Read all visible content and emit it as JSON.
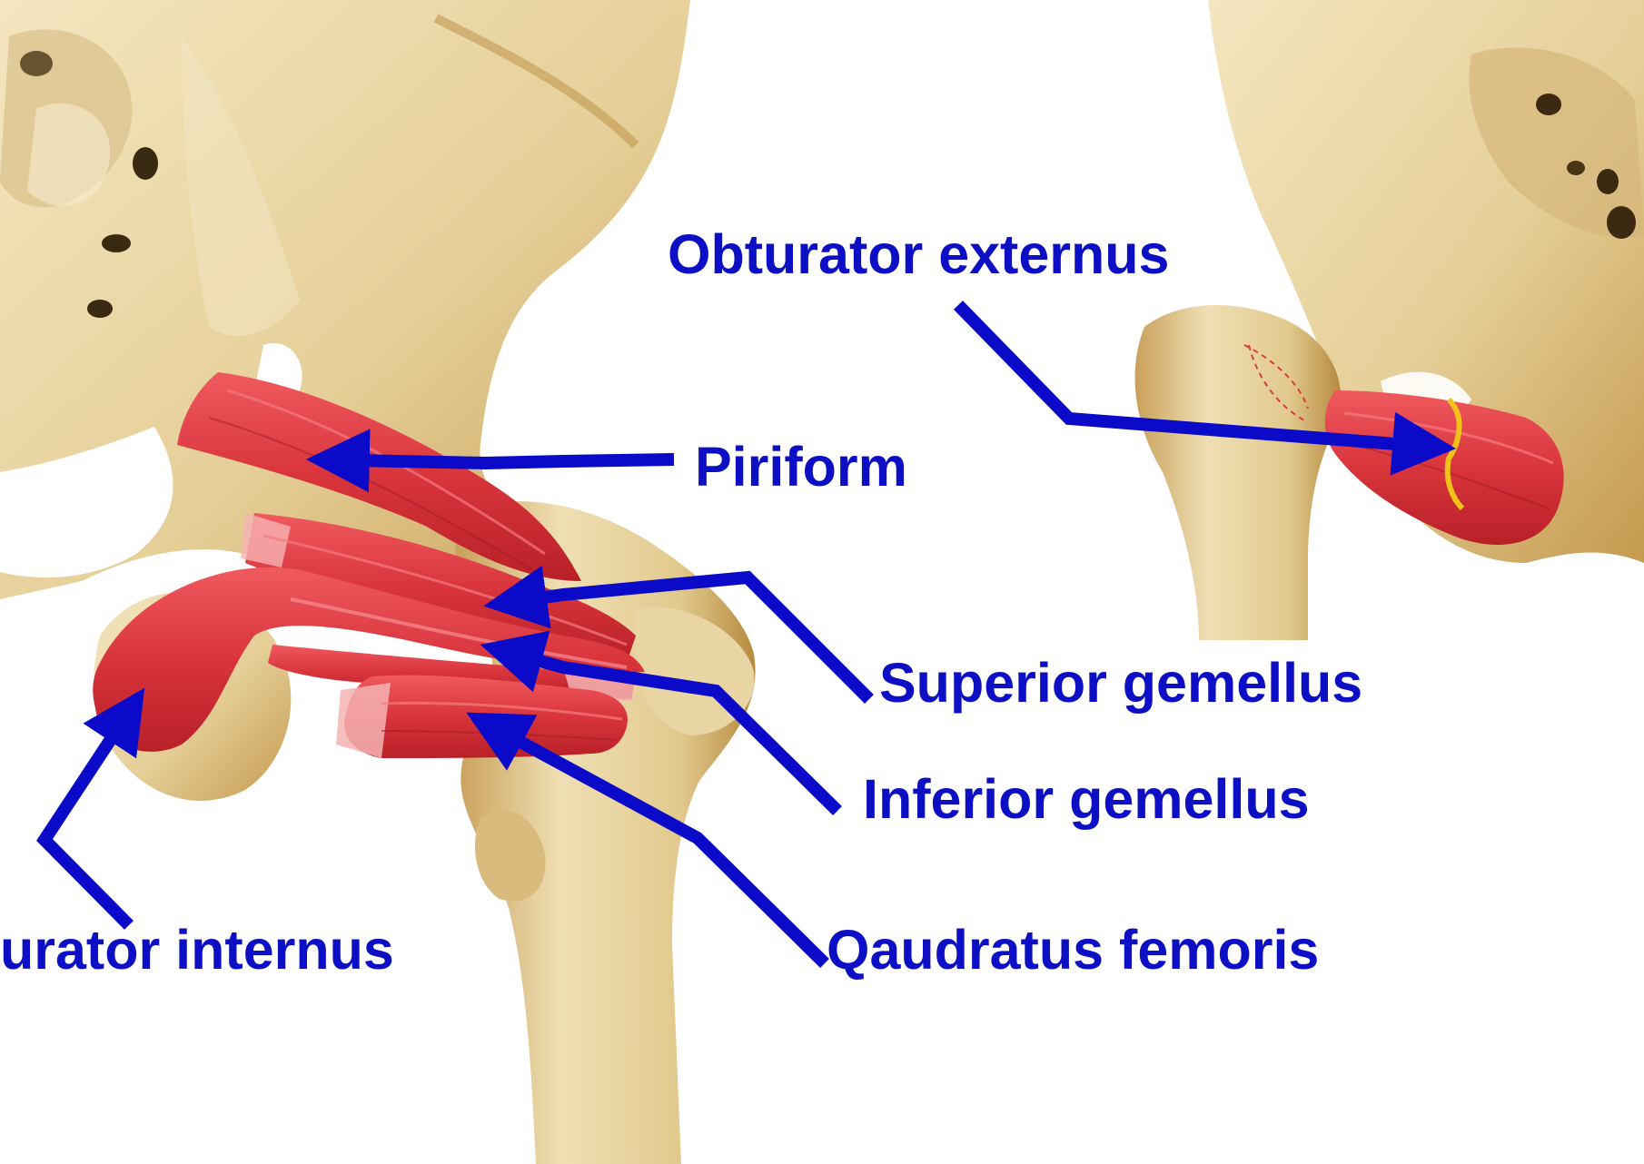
{
  "labels": {
    "piriform": "Piriform",
    "obturator_externus": "Obturator externus",
    "superior_gemellus": "Superior gemellus",
    "inferior_gemellus": "Inferior gemellus",
    "qaudratus_femoris": "Qaudratus femoris",
    "obturator_internus": "urator internus"
  },
  "colors": {
    "label_text": "#0d0fc4",
    "pointer_arrows": "#0a0ac8",
    "bone": "#e9d5a3",
    "bone_shadow": "#b3873a",
    "muscle": "#d9343c",
    "muscle_highlight": "#f07a7a",
    "background": "#ffffff"
  }
}
